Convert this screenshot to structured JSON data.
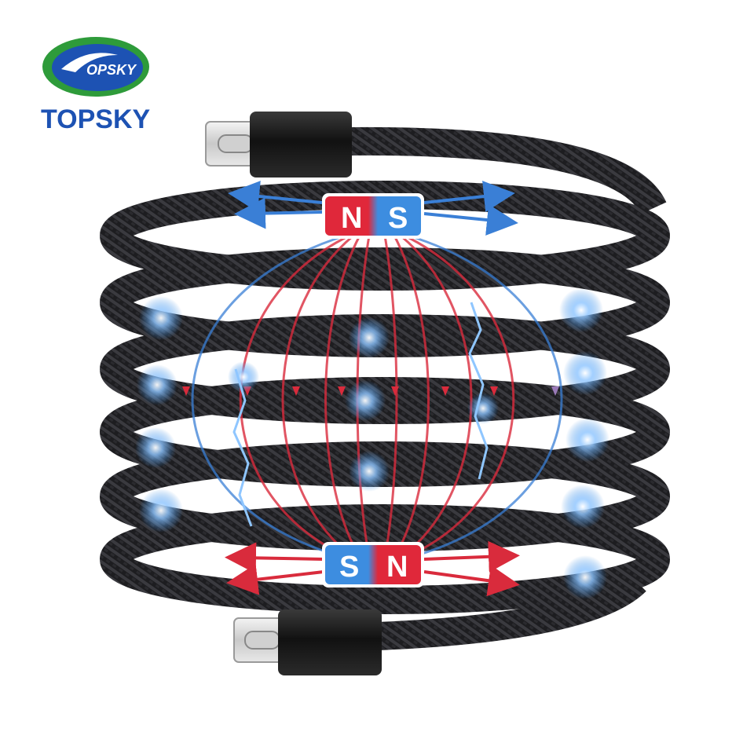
{
  "brand": {
    "logo_text": "OPSKY",
    "name": "TOPSKY"
  },
  "magnets": {
    "top": {
      "left_pole": "N",
      "right_pole": "S"
    },
    "bottom": {
      "left_pole": "S",
      "right_pole": "N"
    }
  },
  "colors": {
    "north": "#e0283a",
    "south": "#3d8de0",
    "brand_blue": "#1d52b3",
    "logo_green": "#2e9b3a",
    "cable": "#1c1c1e",
    "spark": "#5aa8ff"
  },
  "icons": [
    "usb-c-connector",
    "magnet",
    "electric-spark",
    "field-arrow"
  ]
}
